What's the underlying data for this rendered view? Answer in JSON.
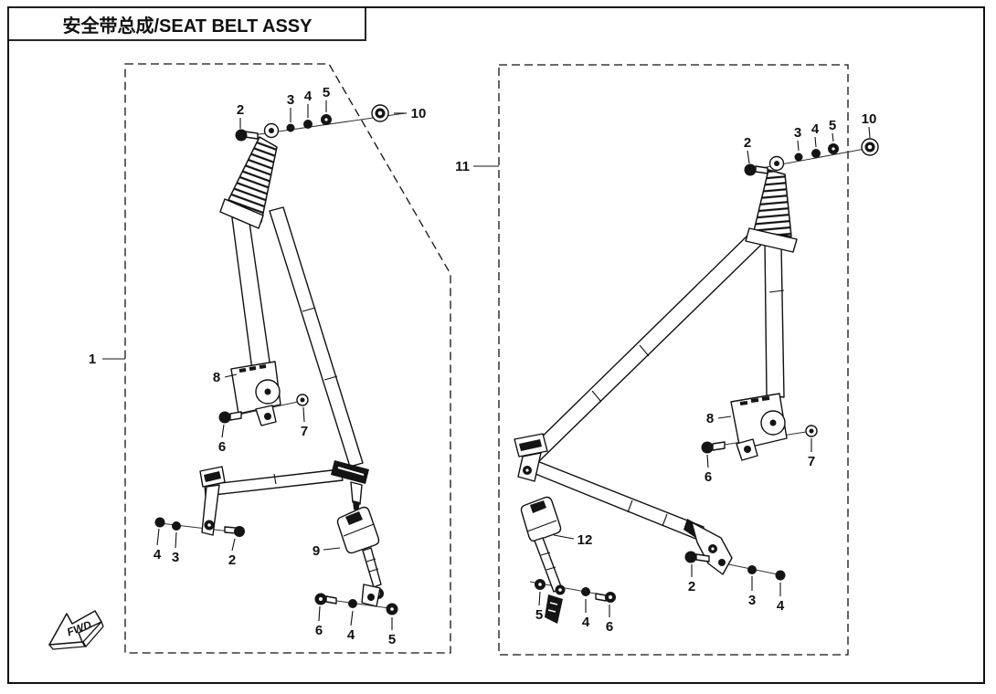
{
  "header": {
    "title": "安全带总成/SEAT BELT ASSY"
  },
  "orientation": {
    "fwd_label": "FWD"
  },
  "callouts": {
    "left": [
      {
        "label": "1"
      },
      {
        "label": "2"
      },
      {
        "label": "3"
      },
      {
        "label": "4"
      },
      {
        "label": "5"
      },
      {
        "label": "10"
      },
      {
        "label": "8"
      },
      {
        "label": "6"
      },
      {
        "label": "7"
      },
      {
        "label": "4"
      },
      {
        "label": "3"
      },
      {
        "label": "2"
      },
      {
        "label": "9"
      },
      {
        "label": "6"
      },
      {
        "label": "4"
      },
      {
        "label": "5"
      }
    ],
    "right": [
      {
        "label": "11"
      },
      {
        "label": "2"
      },
      {
        "label": "3"
      },
      {
        "label": "4"
      },
      {
        "label": "5"
      },
      {
        "label": "10"
      },
      {
        "label": "8"
      },
      {
        "label": "6"
      },
      {
        "label": "7"
      },
      {
        "label": "12"
      },
      {
        "label": "5"
      },
      {
        "label": "4"
      },
      {
        "label": "6"
      },
      {
        "label": "2"
      },
      {
        "label": "3"
      },
      {
        "label": "4"
      }
    ]
  }
}
